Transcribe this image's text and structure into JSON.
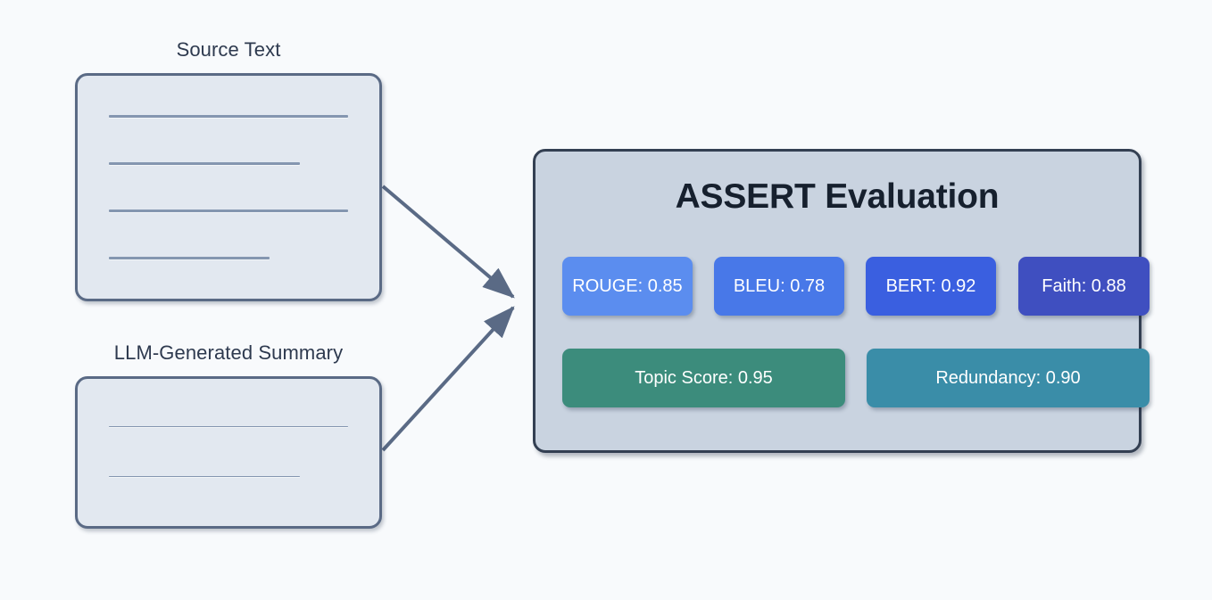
{
  "diagram": {
    "title": "ASSERT Evaluation",
    "background_color": "#f8fafc"
  },
  "inputs": [
    {
      "id": "source-text",
      "label": "Source Text",
      "line_count": 4,
      "line_widths": [
        "100%",
        "80%",
        "100%",
        "67%"
      ]
    },
    {
      "id": "llm-generated-summary",
      "label": "LLM-Generated Summary",
      "line_count": 2,
      "line_widths": [
        "100%",
        "80%"
      ]
    }
  ],
  "panel": {
    "title": "ASSERT Evaluation",
    "fill_color": "#c9d3e0",
    "border_color": "#333f52",
    "metrics_top": [
      {
        "label": "ROUGE: 0.85",
        "name": "ROUGE",
        "value": 0.85,
        "color": "#5b8def"
      },
      {
        "label": "BLEU: 0.78",
        "name": "BLEU",
        "value": 0.78,
        "color": "#4878e8"
      },
      {
        "label": "BERT: 0.92",
        "name": "BERT",
        "value": 0.92,
        "color": "#3a5fe0"
      },
      {
        "label": "Faith: 0.88",
        "name": "Faith",
        "value": 0.88,
        "color": "#3f4fc0"
      }
    ],
    "metrics_bottom": [
      {
        "label": "Topic Score: 0.95",
        "name": "Topic Score",
        "value": 0.95,
        "color": "#3c8c7c"
      },
      {
        "label": "Redundancy: 0.90",
        "name": "Redundancy",
        "value": 0.9,
        "color": "#3a8da8"
      }
    ]
  },
  "connectors": {
    "color": "#5a6a85",
    "arrows": [
      {
        "from": "source-text",
        "to": "eval-panel"
      },
      {
        "from": "llm-generated-summary",
        "to": "eval-panel"
      }
    ]
  }
}
